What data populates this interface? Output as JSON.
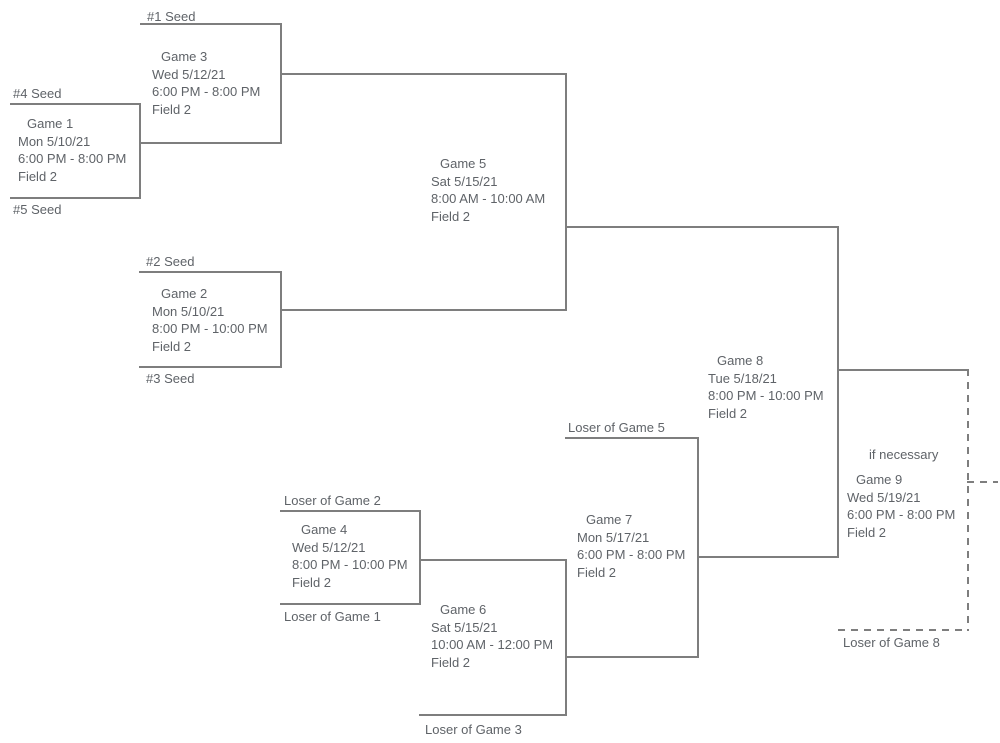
{
  "colors": {
    "line": "#7e7e7e",
    "text": "#5f6368",
    "background": "#ffffff"
  },
  "bracket": {
    "games": {
      "g1": {
        "title": "Game 1",
        "date": "Mon 5/10/21",
        "time": "6:00 PM - 8:00 PM",
        "field": "Field 2"
      },
      "g2": {
        "title": "Game 2",
        "date": "Mon 5/10/21",
        "time": "8:00 PM - 10:00 PM",
        "field": "Field 2"
      },
      "g3": {
        "title": "Game 3",
        "date": "Wed 5/12/21",
        "time": "6:00 PM - 8:00 PM",
        "field": "Field 2"
      },
      "g4": {
        "title": "Game 4",
        "date": "Wed 5/12/21",
        "time": "8:00 PM - 10:00 PM",
        "field": "Field 2"
      },
      "g5": {
        "title": "Game 5",
        "date": "Sat 5/15/21",
        "time": "8:00 AM - 10:00 AM",
        "field": "Field 2"
      },
      "g6": {
        "title": "Game 6",
        "date": "Sat 5/15/21",
        "time": "10:00 AM - 12:00 PM",
        "field": "Field 2"
      },
      "g7": {
        "title": "Game 7",
        "date": "Mon 5/17/21",
        "time": "6:00 PM - 8:00 PM",
        "field": "Field 2"
      },
      "g8": {
        "title": "Game 8",
        "date": "Tue 5/18/21",
        "time": "8:00 PM - 10:00 PM",
        "field": "Field 2"
      },
      "g9": {
        "title": "Game 9",
        "date": "Wed 5/19/21",
        "time": "6:00 PM - 8:00 PM",
        "field": "Field 2",
        "note": "if necessary"
      }
    },
    "slot_labels": {
      "seed1": "#1 Seed",
      "seed2": "#2 Seed",
      "seed3": "#3 Seed",
      "seed4": "#4 Seed",
      "seed5": "#5 Seed",
      "loser_g1": "Loser of Game 1",
      "loser_g2": "Loser of Game 2",
      "loser_g3": "Loser of Game 3",
      "loser_g5": "Loser of Game 5",
      "loser_g8": "Loser of Game 8"
    }
  }
}
